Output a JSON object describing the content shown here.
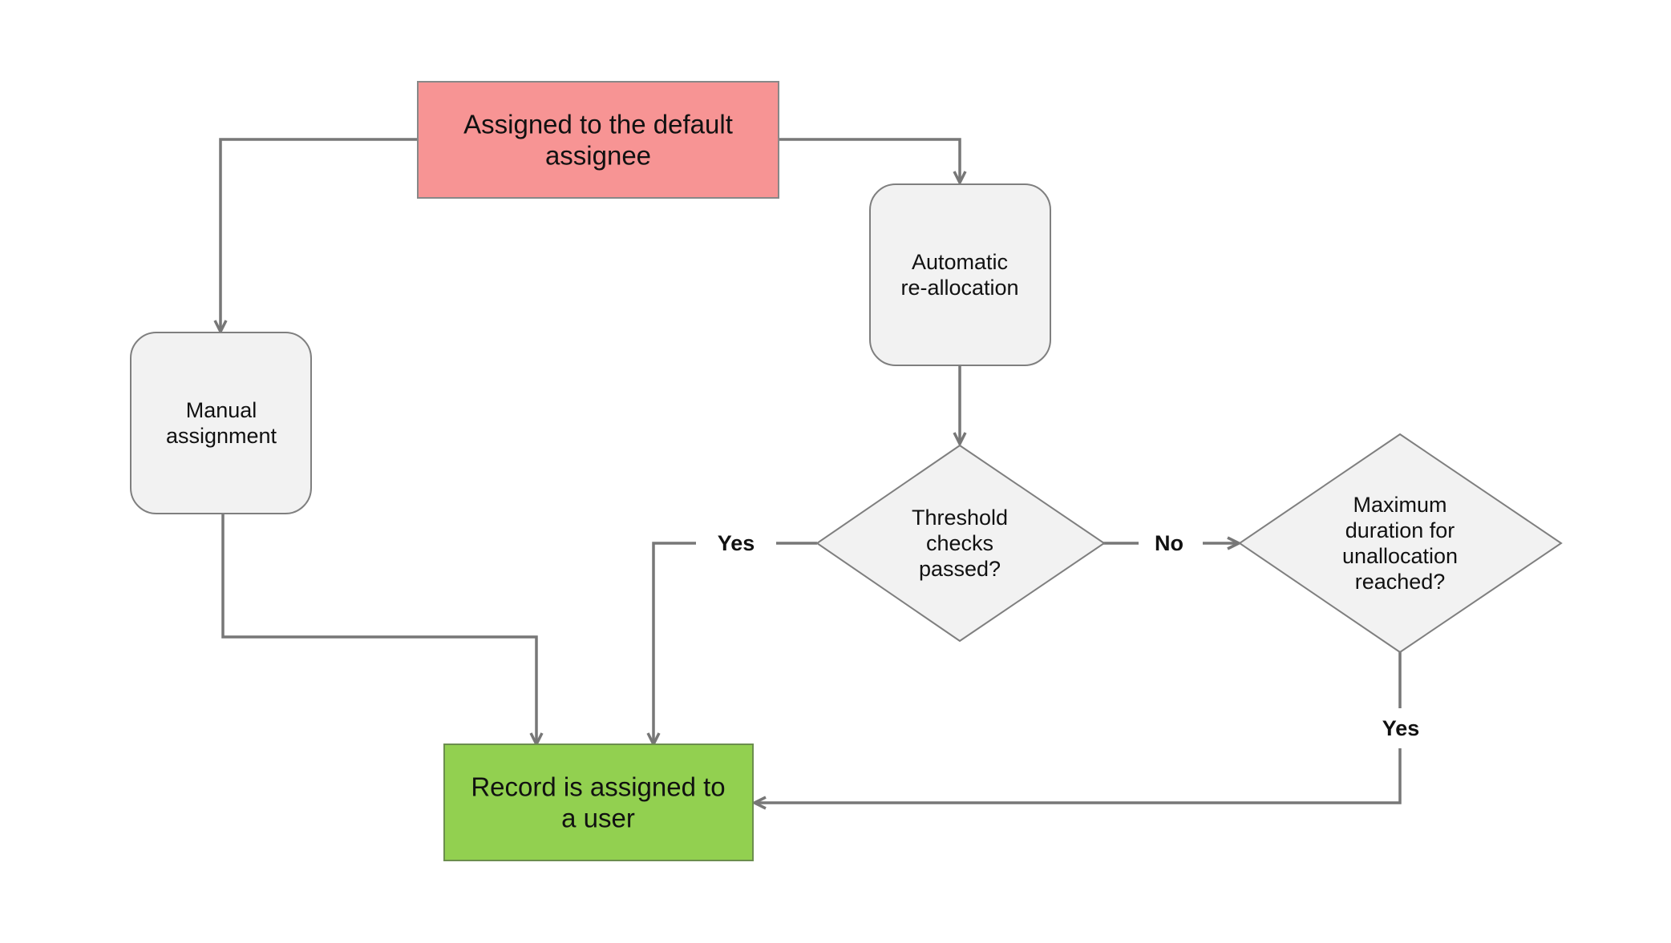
{
  "colors": {
    "start_fill": "#f79494",
    "end_fill": "#92d050",
    "step_fill": "#f2f2f2",
    "stroke": "#777777"
  },
  "nodes": {
    "default_assignee": {
      "lines": [
        "Assigned to the default",
        "assignee"
      ]
    },
    "automatic_reallocation": {
      "lines": [
        "Automatic",
        "re-allocation"
      ]
    },
    "manual_assignment": {
      "lines": [
        "Manual",
        "assignment"
      ]
    },
    "threshold_check": {
      "lines": [
        "Threshold",
        "checks",
        "passed?"
      ]
    },
    "max_duration_check": {
      "lines": [
        "Maximum",
        "duration for",
        "unallocation",
        "reached?"
      ]
    },
    "record_assigned": {
      "lines": [
        "Record is assigned to",
        "a user"
      ]
    }
  },
  "edge_labels": {
    "threshold_yes": "Yes",
    "threshold_no": "No",
    "max_duration_yes": "Yes"
  }
}
